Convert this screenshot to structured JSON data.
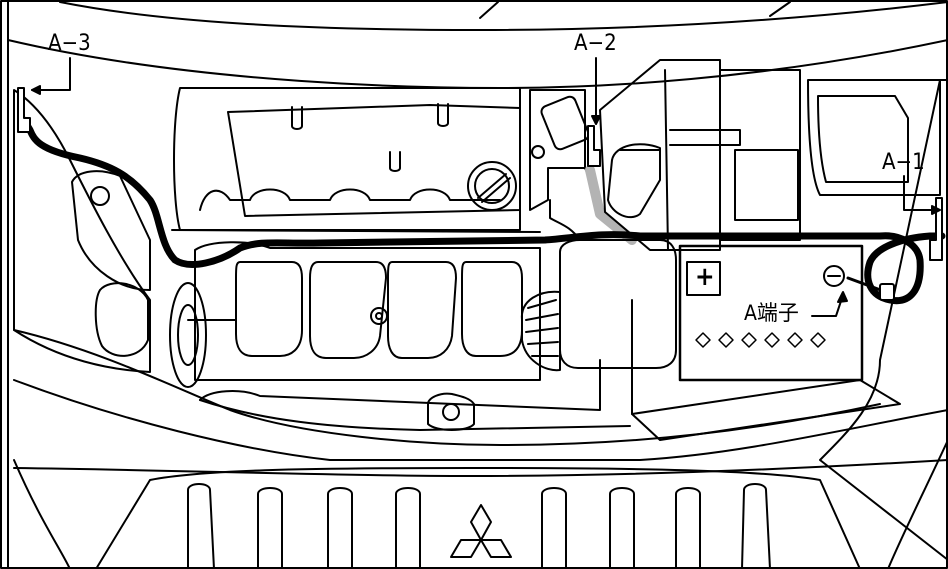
{
  "callouts": {
    "a3": "A−3",
    "a2": "A−2",
    "a1": "A−1",
    "terminal": "A端子"
  },
  "battery": {
    "plus": "+"
  },
  "colors": {
    "line": "#000000",
    "fill": "#ffffff",
    "harness_shadow": "#b3b3b3"
  },
  "icons": {
    "logo": "three-diamond-emblem-icon",
    "negative_post": "minus-circle-icon",
    "positive_post": "plus-box-icon"
  }
}
